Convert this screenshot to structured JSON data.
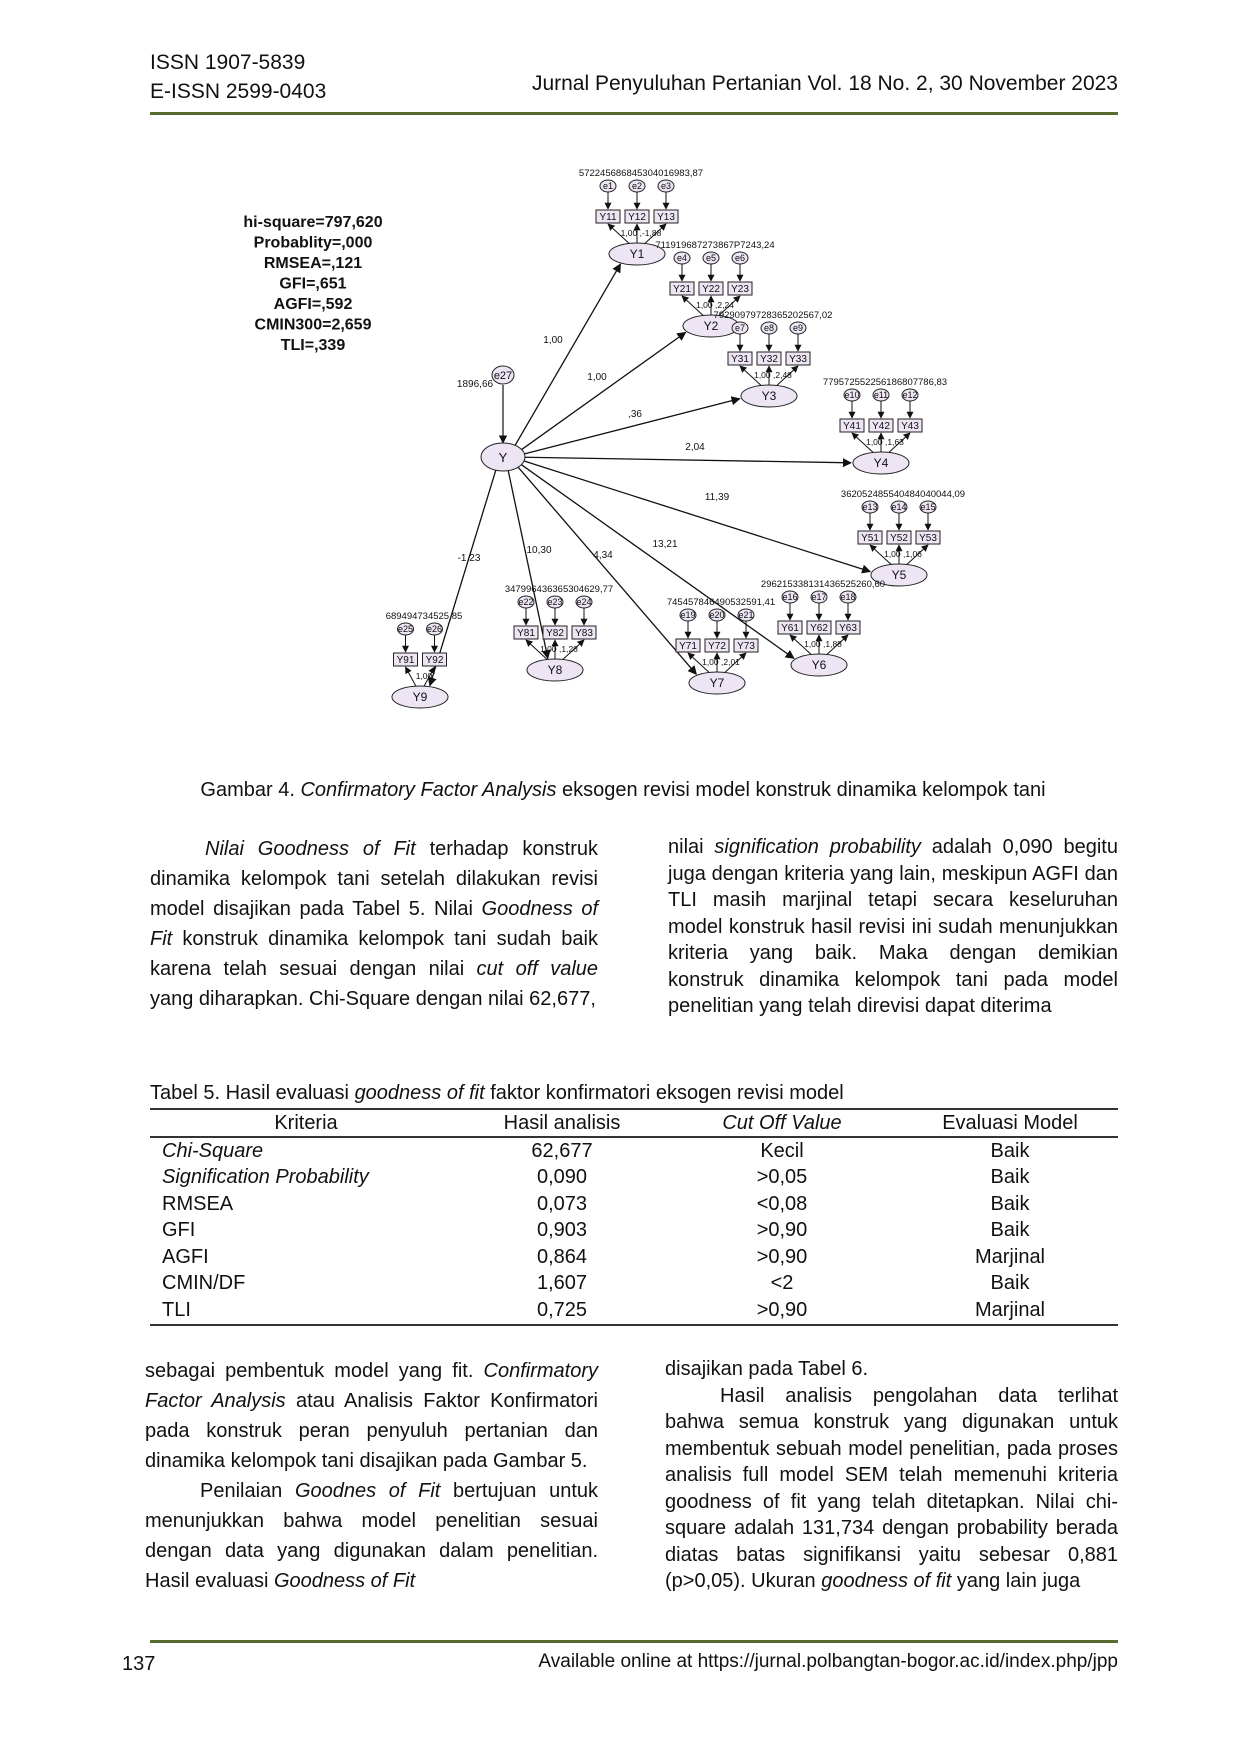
{
  "header": {
    "issn": "ISSN 1907-5839",
    "eissn": "E-ISSN 2599-0403",
    "journal": "Jurnal Penyuluhan Pertanian Vol. 18 No. 2, 30  November  2023"
  },
  "figure": {
    "fit_stats": [
      "hi-square=797,620",
      "Probablity=,000",
      "RMSEA=,121",
      "GFI=,651",
      "AGFI=,592",
      "CMIN300=2,659",
      "TLI=,339"
    ],
    "central": {
      "label": "Y",
      "error": "e27",
      "variance": "1896,66"
    },
    "constructs": [
      {
        "label": "Y1",
        "path": "1,00",
        "variances": "572245686845304016983,87",
        "indicators": [
          "Y11",
          "Y12",
          "Y13"
        ],
        "errors": [
          "e1",
          "e2",
          "e3"
        ],
        "loadings": "1,00 ,-1,88"
      },
      {
        "label": "Y2",
        "path": "1,00",
        "variances": "711919687273867P7243,24",
        "indicators": [
          "Y21",
          "Y22",
          "Y23"
        ],
        "errors": [
          "e4",
          "e5",
          "e6"
        ],
        "loadings": "1,00 ,2,24"
      },
      {
        "label": "Y3",
        "path": ",36",
        "variances": "79290979728365202567,02",
        "indicators": [
          "Y31",
          "Y32",
          "Y33"
        ],
        "errors": [
          "e7",
          "e8",
          "e9"
        ],
        "loadings": "1,00 ,2,48"
      },
      {
        "label": "Y4",
        "path": "2,04",
        "variances": "779572552256186807786,83",
        "indicators": [
          "Y41",
          "Y42",
          "Y43"
        ],
        "errors": [
          "e10",
          "e11",
          "e12"
        ],
        "loadings": "1,00 ,1,63"
      },
      {
        "label": "Y5",
        "path": "11,39",
        "variances": "362052485540484040044,09",
        "indicators": [
          "Y51",
          "Y52",
          "Y53"
        ],
        "errors": [
          "e13",
          "e14",
          "e15"
        ],
        "loadings": "1,00 ,1,06"
      },
      {
        "label": "Y6",
        "path": "13,21",
        "variances": "296215338131436525260,60",
        "indicators": [
          "Y61",
          "Y62",
          "Y63"
        ],
        "errors": [
          "e16",
          "e17",
          "e18"
        ],
        "loadings": "1,00 ,1,88"
      },
      {
        "label": "Y7",
        "path": "4,34",
        "variances": "745457846490532591,41",
        "indicators": [
          "Y71",
          "Y72",
          "Y73"
        ],
        "errors": [
          "e19",
          "e20",
          "e21"
        ],
        "loadings": "1,00 ,2,01"
      },
      {
        "label": "Y8",
        "path": "10,30",
        "variances": "347996436365304629,77",
        "indicators": [
          "Y81",
          "Y82",
          "Y83"
        ],
        "errors": [
          "e22",
          "e23",
          "e24"
        ],
        "loadings": "1,00 ,1,28"
      },
      {
        "label": "Y9",
        "path": "-1,23",
        "variances": "689494734525,85",
        "indicators": [
          "Y91",
          "Y92"
        ],
        "errors": [
          "e25",
          "e26"
        ],
        "loadings": "1,00"
      }
    ]
  },
  "caption": {
    "prefix": "Gambar 4. ",
    "italic": "Confirmatory Factor Analysis",
    "suffix": " eksogen  revisi model konstruk   dinamika kelompok tani"
  },
  "left_para1": {
    "s1_it": "Nilai Goodness of Fit",
    "s2": " terhadap konstruk dinamika kelompok tani setelah dilakukan revisi model disajikan pada Tabel 5. Nilai ",
    "s3_it": "Goodness of Fit",
    "s4": " konstruk dinamika kelompok tani sudah baik karena telah sesuai dengan nilai ",
    "s5_it": "cut off value",
    "s6": " yang diharapkan. Chi-Square dengan nilai 62,677,"
  },
  "right_para1": {
    "s1": "nilai ",
    "s2_it": "signification probability",
    "s3": " adalah 0,090 begitu juga dengan kriteria yang lain, meskipun AGFI  dan TLI  masih  marjinal tetapi secara keseluruhan model konstruk hasil revisi ini sudah menunjukkan kriteria yang baik. Maka dengan demikian konstruk dinamika kelompok tani pada model penelitian yang telah direvisi dapat diterima"
  },
  "table": {
    "caption_pre": "Tabel 5. Hasil evaluasi ",
    "caption_it": "goodness of fit",
    "caption_post": " faktor konfirmatori eksogen revisi model",
    "headers": [
      "Kriteria",
      "Hasil analisis",
      "Cut Off Value",
      "Evaluasi Model"
    ],
    "rows": [
      [
        "Chi-Square",
        "62,677",
        "Kecil",
        "Baik"
      ],
      [
        "Signification Probability",
        "0,090",
        ">0,05",
        "Baik"
      ],
      [
        "RMSEA",
        "0,073",
        "<0,08",
        "Baik"
      ],
      [
        "GFI",
        "0,903",
        ">0,90",
        "Baik"
      ],
      [
        "AGFI",
        "0,864",
        ">0,90",
        "Marjinal"
      ],
      [
        "CMIN/DF",
        "1,607",
        "<2",
        "Baik"
      ],
      [
        "TLI",
        "0,725",
        ">0,90",
        "Marjinal"
      ]
    ]
  },
  "left_para2": {
    "s1": "sebagai pembentuk model yang fit. ",
    "s2_it": "Confirmatory Factor Analysis",
    "s3": " atau Analisis Faktor Konfirmatori pada konstruk peran penyuluh pertanian dan dinamika kelompok tani disajikan pada Gambar 5."
  },
  "left_para3": {
    "s1": "Penilaian ",
    "s2_it": "Goodnes of Fit",
    "s3": " bertujuan untuk menunjukkan bahwa model penelitian sesuai dengan data yang  digunakan  dalam penelitian.  Hasil   evaluasi ",
    "s4_it": "Goodness of Fit"
  },
  "right_para2": {
    "text": "disajikan pada Tabel 6."
  },
  "right_para3": {
    "s1": "Hasil analisis pengolahan data terlihat bahwa semua konstruk yang digunakan untuk membentuk sebuah model penelitian, pada proses analisis full model SEM telah memenuhi kriteria goodness of fit yang telah ditetapkan. Nilai chi-square adalah 131,734 dengan probability berada diatas batas signifikansi yaitu sebesar 0,881 (p>0,05). Ukuran    ",
    "s2_it": "goodness of fit",
    "s3": "    yang  lain  juga"
  },
  "footer": {
    "page": "137",
    "online": "Available online at https://jurnal.polbangtan-bogor.ac.id/index.php/jpp"
  }
}
